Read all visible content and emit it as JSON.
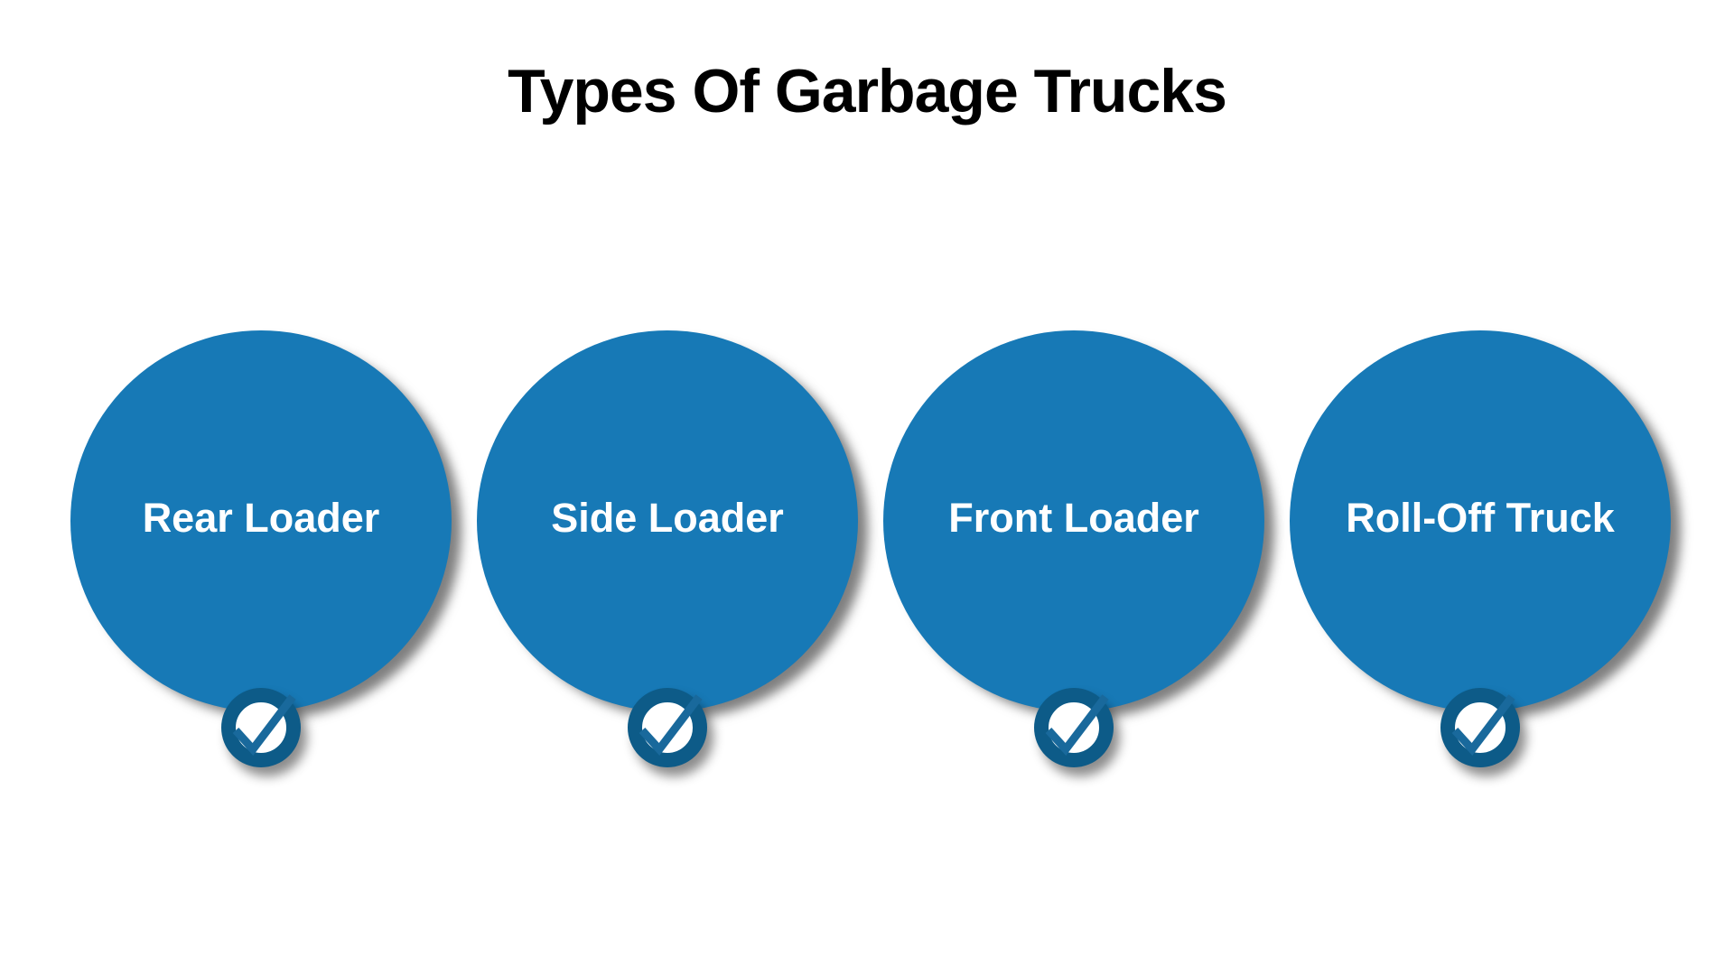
{
  "title": "Types Of Garbage Trucks",
  "items": [
    {
      "label": "Rear Loader",
      "icon": "checkmark-icon"
    },
    {
      "label": "Side Loader",
      "icon": "checkmark-icon"
    },
    {
      "label": "Front Loader",
      "icon": "checkmark-icon"
    },
    {
      "label": "Roll-Off Truck",
      "icon": "checkmark-icon"
    }
  ],
  "colors": {
    "background": "#FFFFFF",
    "title_text": "#000000",
    "circle_fill": "#1779B6",
    "circle_label": "#FFFFFF",
    "badge_ring": "#0D5B88",
    "badge_fill": "#FFFFFF",
    "checkmark": "#19699C"
  }
}
